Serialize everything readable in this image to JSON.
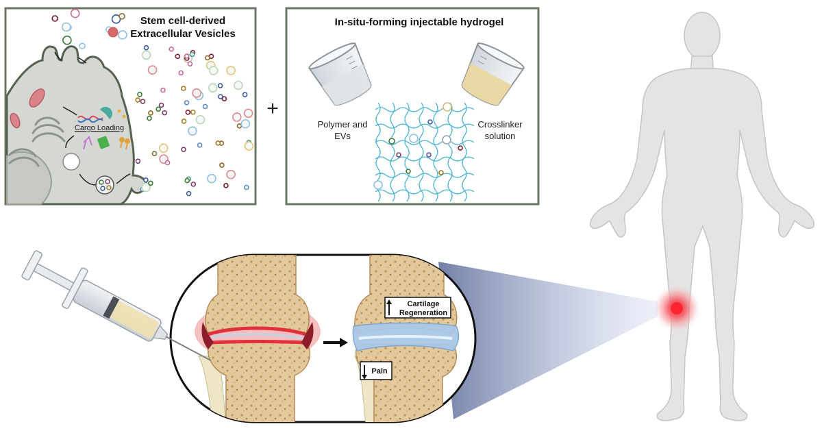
{
  "panel_ev": {
    "title_line1": "Stem cell-derived",
    "title_line2": "Extracellular Vesicles",
    "cargo_label": "Cargo Loading"
  },
  "plus_sign": "+",
  "panel_hydrogel": {
    "title": "In-situ-forming injectable hydrogel",
    "left_label_line1": "Polymer and",
    "left_label_line2": "EVs",
    "right_label_line1": "Crosslinker",
    "right_label_line2": "solution"
  },
  "outcomes": {
    "cartilage_line1": "Cartilage",
    "cartilage_line2": "Regeneration",
    "cartilage_arrow": "up",
    "pain": "Pain",
    "pain_arrow": "down"
  },
  "colors": {
    "panel_border": "#6b7563",
    "bone": "#e2c89a",
    "inflamed": "#e0323c",
    "cartilage": "#aac8e8",
    "hydrogel_mesh": "#46b4d2",
    "body": "#e4e4e4",
    "injection_site": "#e8424a"
  }
}
